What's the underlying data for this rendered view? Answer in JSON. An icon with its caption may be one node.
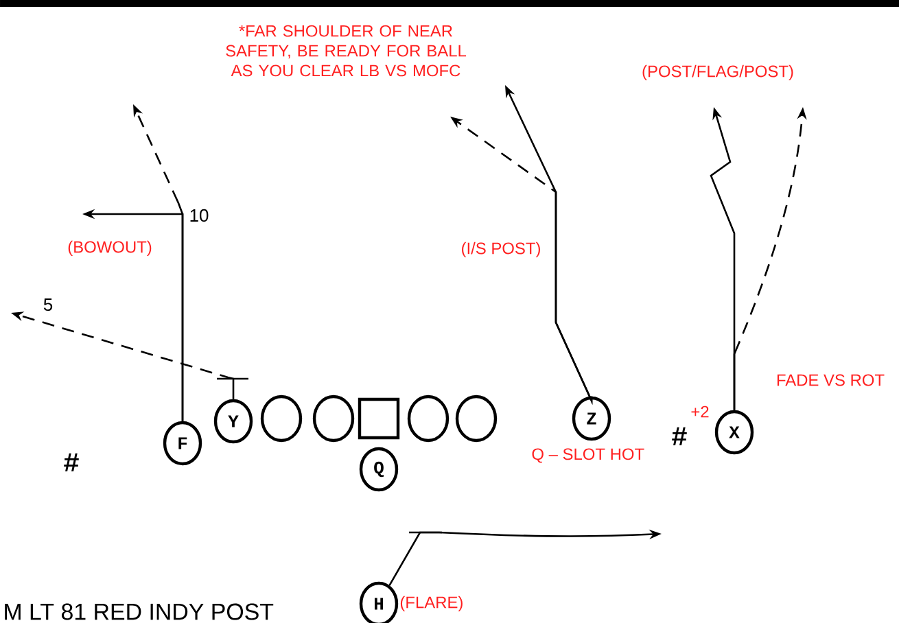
{
  "diagram": {
    "title": "M LT 81 RED INDY POST",
    "nodes": [
      {
        "text": [
          "F"
        ]
      },
      {
        "text": [
          "Y"
        ]
      },
      {
        "text": [],
        "shape": "circle"
      },
      {
        "text": [],
        "shape": "circle"
      },
      {
        "text": [],
        "shape": "box"
      },
      {
        "text": [],
        "shape": "circle"
      },
      {
        "text": [],
        "shape": "circle"
      },
      {
        "text": [
          "Z"
        ],
        "beside": [
          "Q – SLOT HOT"
        ]
      },
      {
        "text": [
          "X"
        ]
      },
      {
        "text": [
          "Q"
        ]
      },
      {
        "text": [
          "H"
        ],
        "beside": [
          "(FLARE)"
        ]
      }
    ],
    "edges": [
      {
        "from": 0,
        "to": null,
        "arrow": "to"
      },
      {
        "from": 0,
        "to": null,
        "arrow": "to",
        "style": "dashed"
      },
      {
        "from": 1,
        "to": null,
        "arrow": "to",
        "style": "dashed"
      },
      {
        "from": 7,
        "to": null,
        "arrow": "to"
      },
      {
        "from": 7,
        "to": null,
        "arrow": "to",
        "style": "dashed"
      },
      {
        "from": 8,
        "to": null,
        "arrow": "to"
      },
      {
        "from": 8,
        "to": null,
        "arrow": "to",
        "style": "dashed"
      },
      {
        "from": 10,
        "to": null,
        "arrow": "to"
      }
    ],
    "labels": [
      "*FAR  SHOULDER OF NEAR SAFETY, BE READY FOR BALL AS YOU CLEAR LB VS MOFC",
      "(POST/FLAG/POST)",
      "10",
      "(BOWOUT)",
      "(I/S POST)",
      "5",
      "FADE VS ROT",
      "+2",
      "#",
      "#"
    ]
  }
}
